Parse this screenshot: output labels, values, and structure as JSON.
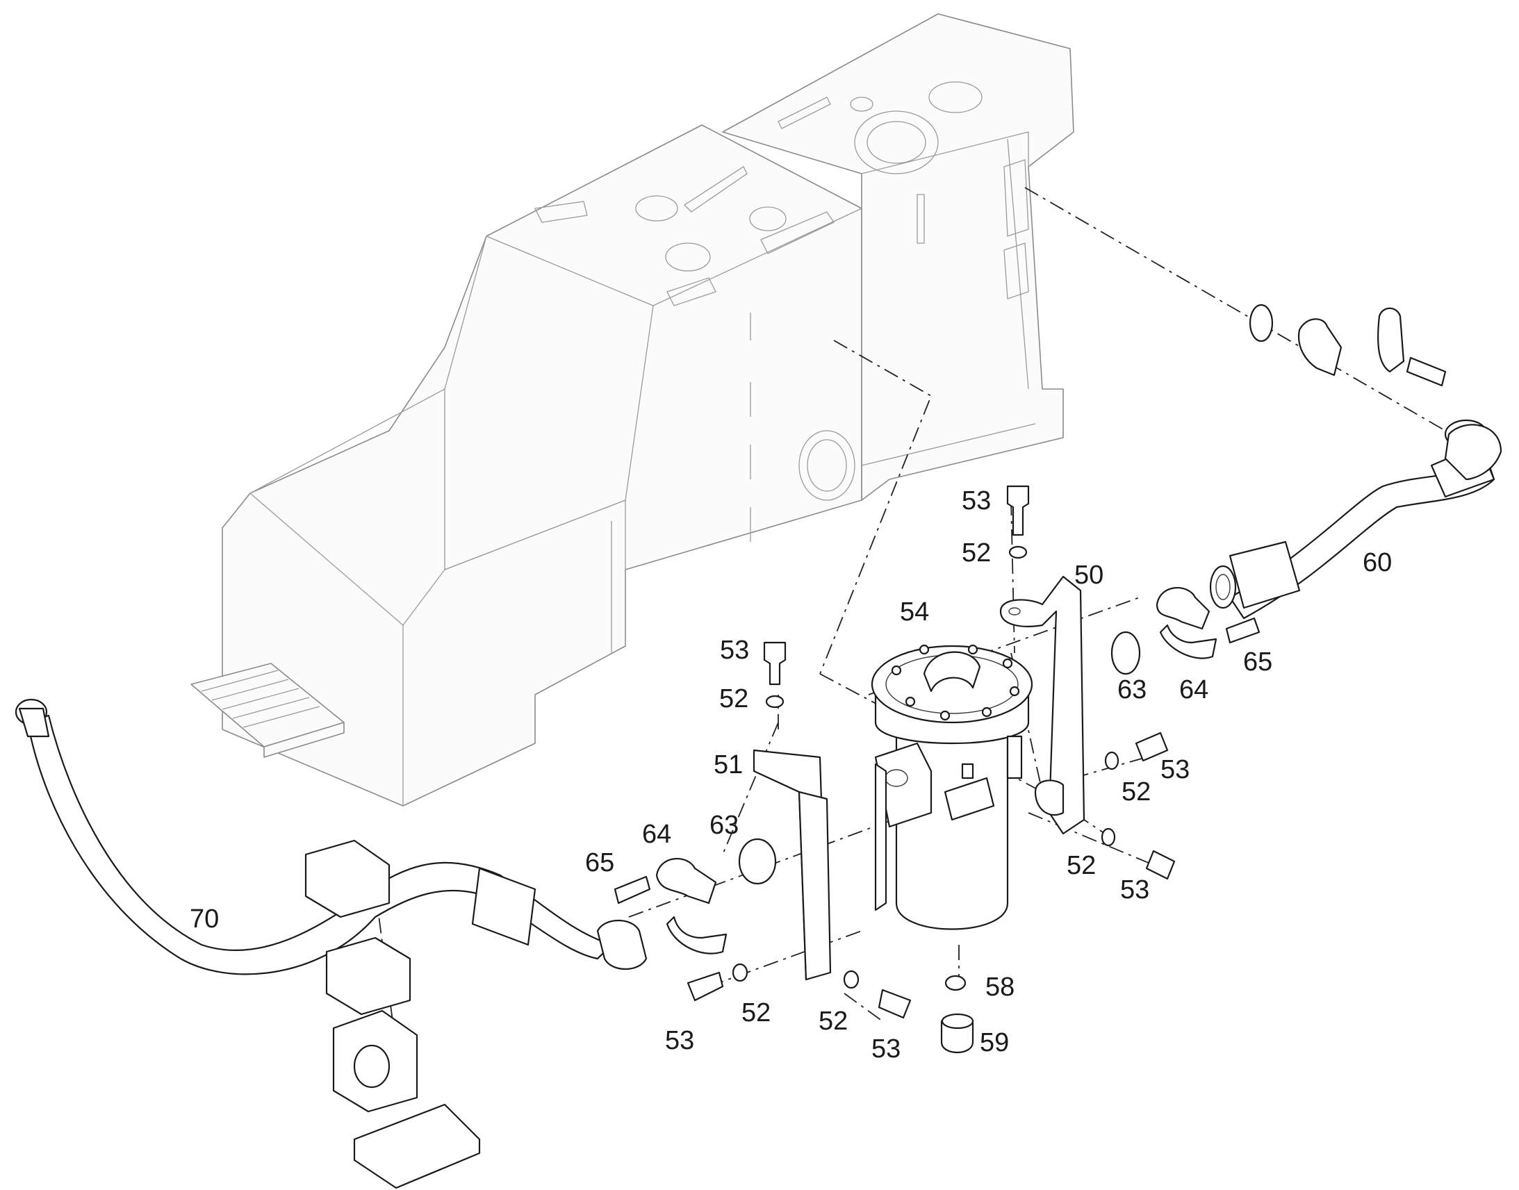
{
  "callouts": [
    {
      "text": "50"
    },
    {
      "text": "51"
    },
    {
      "text": "52"
    },
    {
      "text": "52"
    },
    {
      "text": "52"
    },
    {
      "text": "52"
    },
    {
      "text": "52"
    },
    {
      "text": "52"
    },
    {
      "text": "53"
    },
    {
      "text": "53"
    },
    {
      "text": "53"
    },
    {
      "text": "53"
    },
    {
      "text": "53"
    },
    {
      "text": "53"
    },
    {
      "text": "54"
    },
    {
      "text": "58"
    },
    {
      "text": "59"
    },
    {
      "text": "60"
    },
    {
      "text": "63"
    },
    {
      "text": "63"
    },
    {
      "text": "64"
    },
    {
      "text": "64"
    },
    {
      "text": "65"
    },
    {
      "text": "65"
    },
    {
      "text": "70"
    }
  ]
}
